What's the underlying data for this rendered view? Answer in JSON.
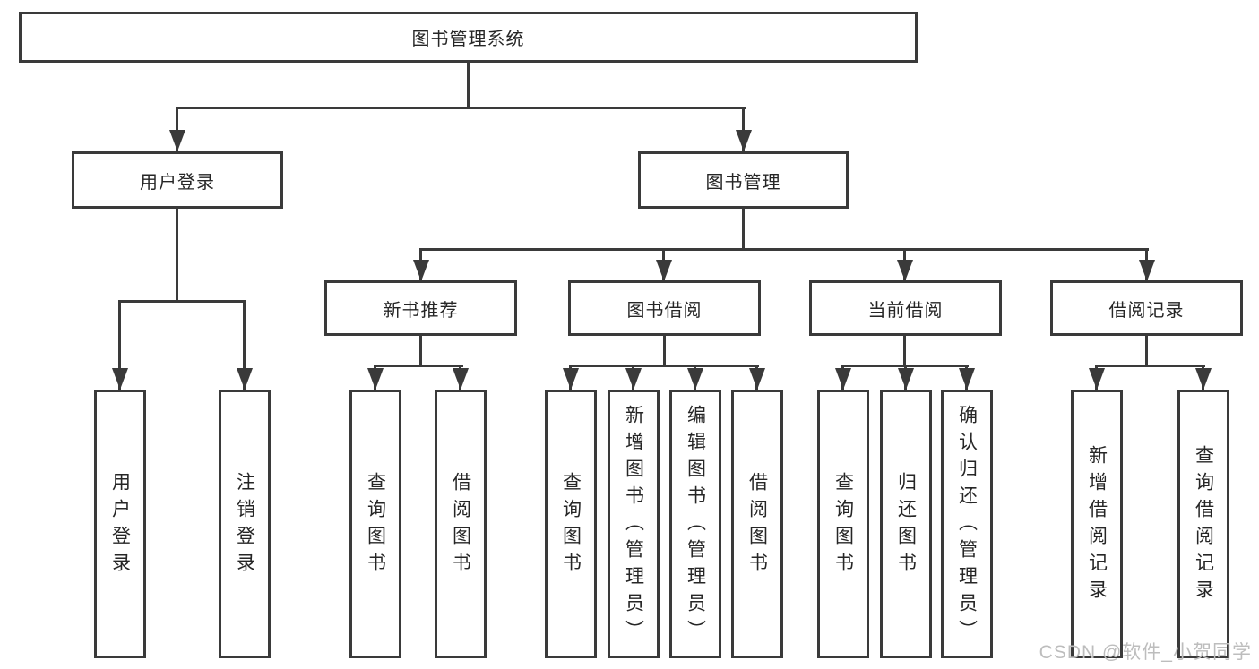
{
  "watermark": "CSDN @软件_小贺同学",
  "colors": {
    "background": "#ffffff",
    "line": "#3a3a3a",
    "box_border": "#3a3a3a",
    "text": "#262626",
    "watermark": "#bdbdbd"
  },
  "tree": {
    "root": "图书管理系统",
    "level2": [
      "用户登录",
      "图书管理"
    ],
    "level3": [
      "新书推荐",
      "图书借阅",
      "当前借阅",
      "借阅记录"
    ],
    "leaves": {
      "user_login": [
        "用户登录",
        "注销登录"
      ],
      "new_books": [
        "查询图书",
        "借阅图书"
      ],
      "book_borrow": [
        "查询图书",
        "新增图书（管理员）",
        "编辑图书（管理员）",
        "借阅图书"
      ],
      "current_borrow": [
        "查询图书",
        "归还图书",
        "确认归还（管理员）"
      ],
      "borrow_records": [
        "新增借阅记录",
        "查询借阅记录"
      ]
    }
  }
}
